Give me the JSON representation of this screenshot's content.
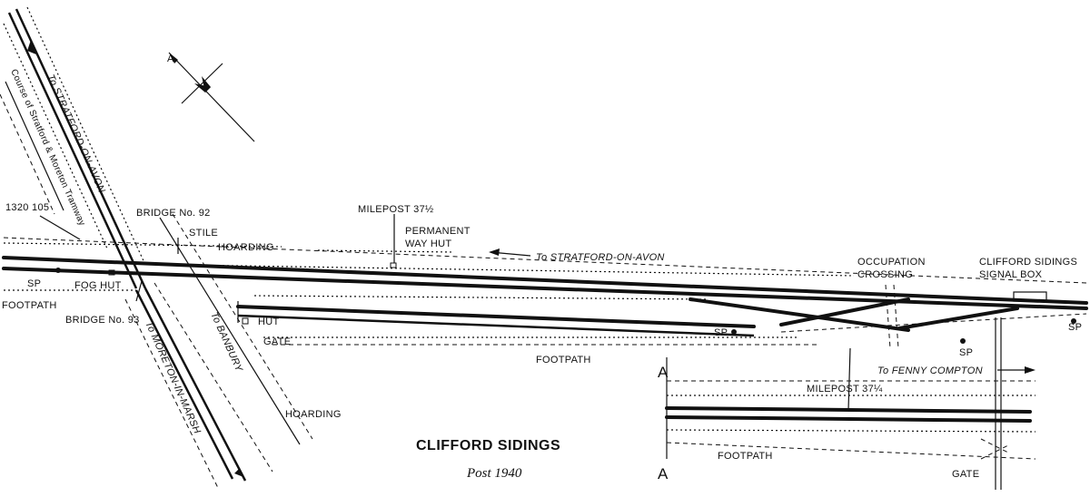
{
  "title": "CLIFFORD SIDINGS",
  "subtitle": "Post 1940",
  "section_marker": "A",
  "grid_ref": "1320 105",
  "labels": {
    "to_stratford_diag": "To STRATFORD-ON-AVON",
    "tramway": "Course of Stratford & Moreton Tramway",
    "bridge_92": "BRIDGE No. 92",
    "stile": "STILE",
    "hoarding_top": "HOARDING",
    "milepost_37_half": "MILEPOST 37½",
    "permanent_way_hut": "PERMANENT",
    "permanent_way_hut_2": "WAY HUT",
    "to_stratford_main": "To STRATFORD-ON-AVON",
    "occupation_crossing": "OCCUPATION",
    "occupation_crossing_2": "CROSSING",
    "signal_box": "CLIFFORD SIDINGS",
    "signal_box_2": "SIGNAL BOX",
    "sp": "SP",
    "fog_hut": "FOG HUT",
    "footpath": "FOOTPATH",
    "bridge_93": "BRIDGE No. 93",
    "hut": "HUT",
    "gate": "GATE",
    "to_banbury": "To BANBURY",
    "to_moreton": "To MORETON-IN-MARSH",
    "hoarding_bottom": "HOARDING",
    "milepost_37_quarter": "MILEPOST 37¼",
    "to_fenny_compton": "To FENNY COMPTON"
  },
  "icons": [
    "north-arrow-icon",
    "arrow-left-icon",
    "arrow-right-icon"
  ]
}
